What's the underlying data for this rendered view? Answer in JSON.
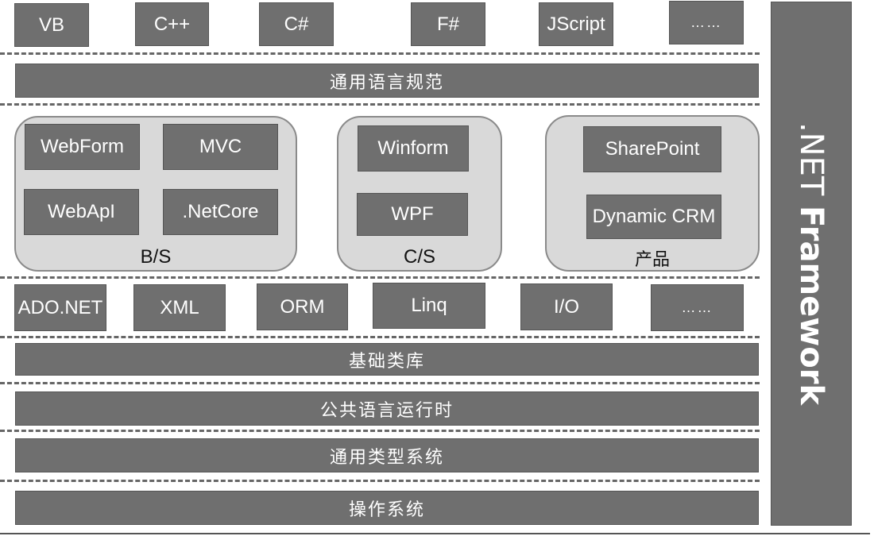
{
  "languages": [
    "VB",
    "C++",
    "C#",
    "F#",
    "JScript",
    "……"
  ],
  "cls_label": "通用语言规范",
  "groups": {
    "bs": {
      "label": "B/S",
      "items": [
        "WebForm",
        "MVC",
        "WebApI",
        ".NetCore"
      ]
    },
    "cs": {
      "label": "C/S",
      "items": [
        "Winform",
        "WPF"
      ]
    },
    "products": {
      "label": "产品",
      "items": [
        "SharePoint",
        "Dynamic CRM"
      ]
    }
  },
  "libraries": [
    "ADO.NET",
    "XML",
    "ORM",
    "Linq",
    "I/O",
    "……"
  ],
  "layers": {
    "bcl": "基础类库",
    "clr": "公共语言运行时",
    "cts": "通用类型系统",
    "os": "操作系统"
  },
  "framework": {
    "prefix": ".NET",
    "name": "Framework"
  }
}
